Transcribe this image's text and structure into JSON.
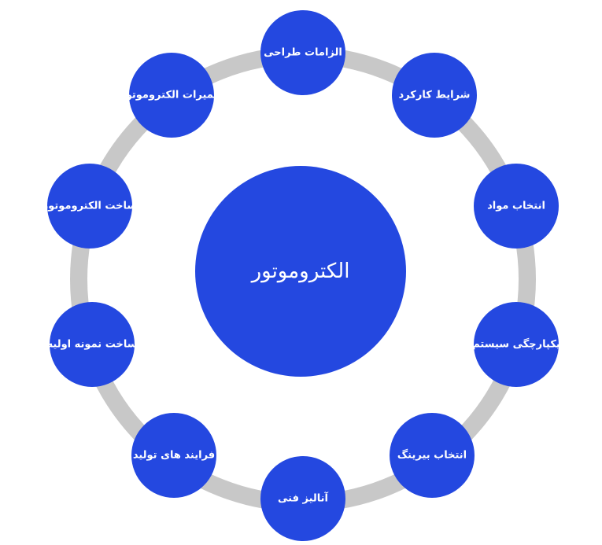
{
  "center": {
    "label": "الکتروموتور"
  },
  "nodes": [
    {
      "label": "الزامات طراحی"
    },
    {
      "label": "شرایط کارکرد"
    },
    {
      "label": "انتخاب مواد"
    },
    {
      "label": "یکپارچگی سیستم"
    },
    {
      "label": "انتخاب بیرینگ"
    },
    {
      "label": "آنالیز فنی"
    },
    {
      "label": "فرایند های تولید"
    },
    {
      "label": "ساخت نمونه اولیه"
    },
    {
      "label": "ساخت الکتروموتور"
    },
    {
      "label": "تعمیرات الکتروموتور"
    }
  ],
  "colors": {
    "node_fill": "#2448e0",
    "ring": "#c8c8c8",
    "text": "#ffffff"
  }
}
